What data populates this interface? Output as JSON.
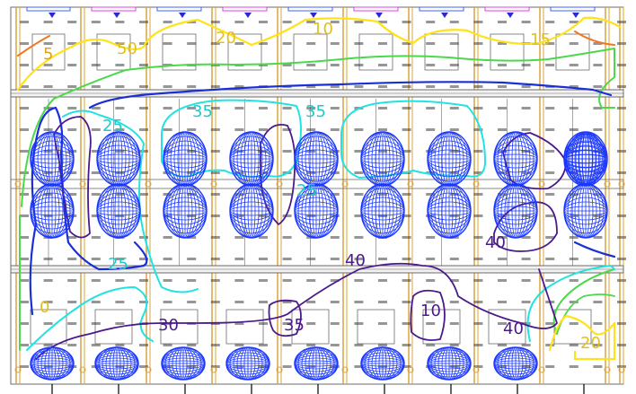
{
  "colors": {
    "background": "#ffffff",
    "grid_orange": "#d9a441",
    "panel_outline": "#6b6b6b",
    "magenta": "#e040e0",
    "contour_yellow": "#ffe21a",
    "contour_green": "#4ad94a",
    "contour_blue": "#1b2fd6",
    "contour_cyan": "#21e3e3",
    "contour_purple": "#4a1a8c",
    "contour_orange": "#f07820",
    "luminaire": "#1a37ff",
    "value_text": "#404040"
  },
  "contour_labels": [
    {
      "text": "5",
      "color": "#e0a020"
    },
    {
      "text": "50",
      "color": "#e0c020"
    },
    {
      "text": "20",
      "color": "#e0c020"
    },
    {
      "text": "10",
      "color": "#e0c020"
    },
    {
      "text": "15",
      "color": "#e0c020"
    },
    {
      "text": "25",
      "color": "#21c8c8"
    },
    {
      "text": "35",
      "color": "#21c8c8"
    },
    {
      "text": "35",
      "color": "#21c8c8"
    },
    {
      "text": "25",
      "color": "#21c8c8"
    },
    {
      "text": "25",
      "color": "#21c8c8"
    },
    {
      "text": "40",
      "color": "#4a1a8c"
    },
    {
      "text": "40",
      "color": "#4a1a8c"
    },
    {
      "text": "30",
      "color": "#4a1a8c"
    },
    {
      "text": "35",
      "color": "#4a1a8c"
    },
    {
      "text": "10",
      "color": "#4a1a8c"
    },
    {
      "text": "40",
      "color": "#4a1a8c"
    },
    {
      "text": "20",
      "color": "#e0c020"
    },
    {
      "text": "0",
      "color": "#e0c020"
    }
  ]
}
